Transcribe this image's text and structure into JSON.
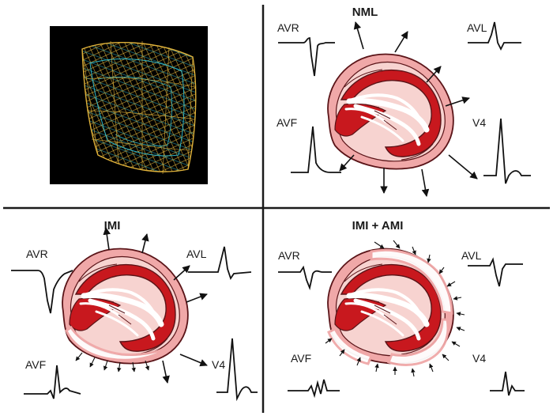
{
  "colors": {
    "myocardium": "#c8181e",
    "myocardium_dark": "#a90f15",
    "outline": "#5a1418",
    "pericardium": "#f0a8a8",
    "pale": "#f7d3d0",
    "infarct": "#ffffff",
    "divider": "#1a1a1a",
    "mesh_gold": "#e0b23a",
    "mesh_teal": "#2fb6c6"
  },
  "panels": {
    "nml": {
      "title": "NML",
      "leads": {
        "avr": "AVR",
        "avl": "AVL",
        "avf": "AVF",
        "v4": "V4"
      }
    },
    "imi": {
      "title": "IMI",
      "leads": {
        "avr": "AVR",
        "avl": "AVL",
        "avf": "AVF",
        "v4": "V4"
      }
    },
    "imi_ami": {
      "title": "IMI + AMI",
      "leads": {
        "avr": "AVR",
        "avl": "AVL",
        "avf": "AVF",
        "v4": "V4"
      }
    }
  }
}
